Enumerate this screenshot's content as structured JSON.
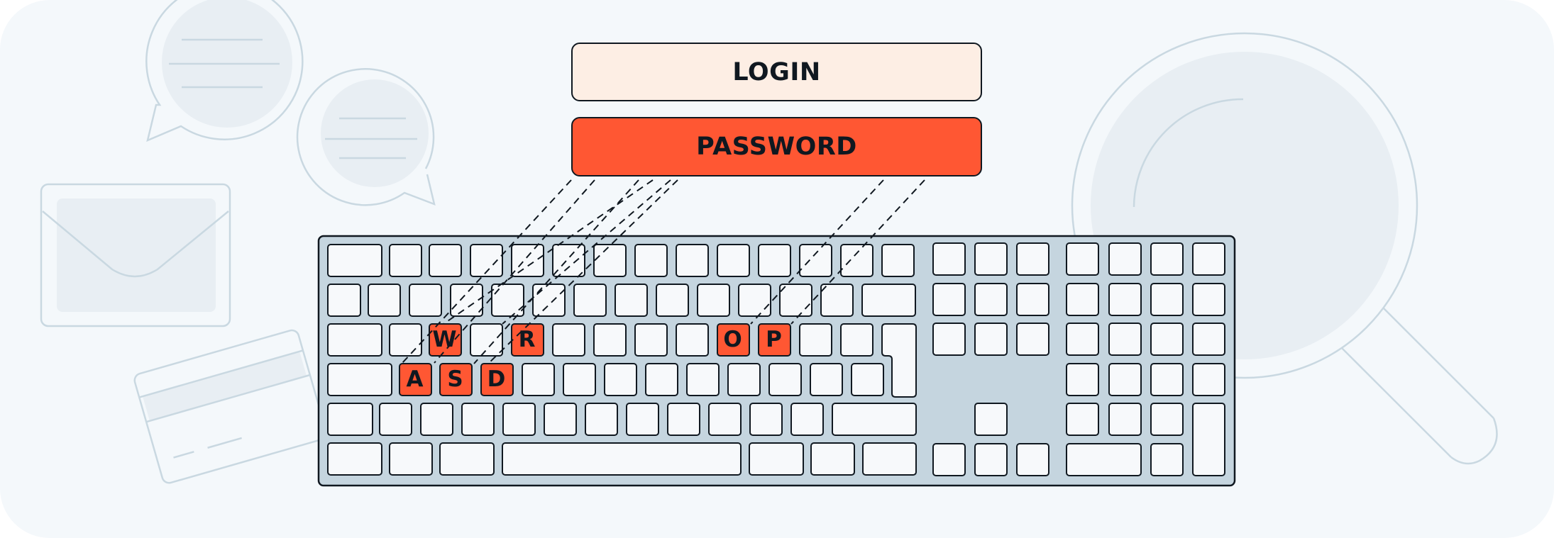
{
  "login_field": {
    "label": "LOGIN"
  },
  "password_field": {
    "label": "PASSWORD"
  },
  "keyboard": {
    "highlighted_keys": [
      "W",
      "R",
      "O",
      "P",
      "A",
      "S",
      "D"
    ]
  },
  "colors": {
    "background": "#f4f8fb",
    "keyboard_body": "#c5d5df",
    "key_fill": "#f7f9fb",
    "highlight": "#ff5733",
    "login_fill": "#fdeee4",
    "outline": "#101820",
    "decor_stroke": "#c9d8e1",
    "decor_fill": "#e8eef3"
  }
}
